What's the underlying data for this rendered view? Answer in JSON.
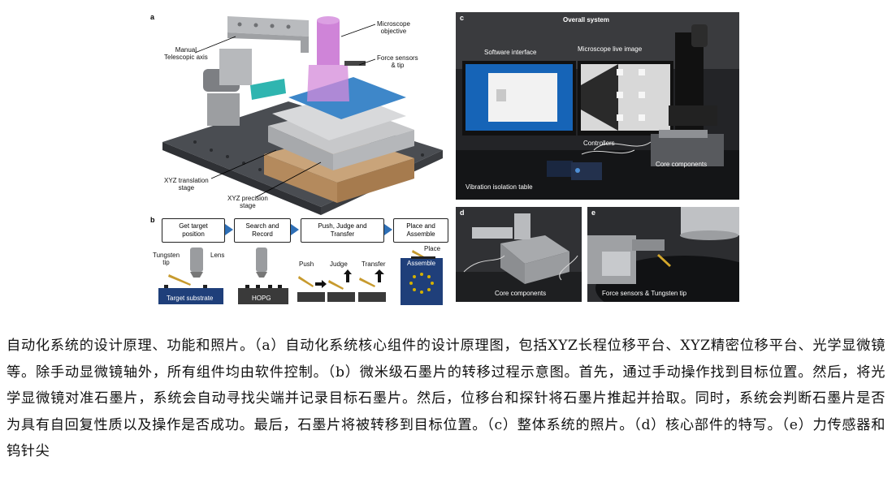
{
  "figure": {
    "panel_a": {
      "letter": "a",
      "labels": {
        "manual_axis": "Manual\nTelescopic axis",
        "microscope": "Microscope\nobjective",
        "force_sensors": "Force sensors\n& tip",
        "xyz_translation": "XYZ translation\nstage",
        "xyz_precision": "XYZ precision\nstage"
      }
    },
    "panel_b": {
      "letter": "b",
      "steps": [
        "Get target\nposition",
        "Search and\nRecord",
        "Push, Judge and\nTransfer",
        "Place and\nAssemble"
      ],
      "labels": {
        "tungsten_tip": "Tungsten\ntip",
        "lens": "Lens",
        "target_substrate": "Target substrate",
        "hopg": "HOPG",
        "push": "Push",
        "judge": "Judge",
        "transfer": "Transfer",
        "place": "Place",
        "assemble": "Assemble"
      }
    },
    "panel_c": {
      "letter": "c",
      "title": "Overall system",
      "labels": {
        "software": "Software interface",
        "live_image": "Microscope live image",
        "controllers": "Controllers",
        "core": "Core components",
        "vibration": "Vibration isolation table"
      }
    },
    "panel_d": {
      "letter": "d",
      "label": "Core components"
    },
    "panel_e": {
      "letter": "e",
      "label": "Force sensors & Tungsten tip"
    }
  },
  "caption": "自动化系统的设计原理、功能和照片。（a）自动化系统核心组件的设计原理图，包括XYZ长程位移平台、XYZ精密位移平台、光学显微镜等。除手动显微镜轴外，所有组件均由软件控制。（b）微米级石墨片的转移过程示意图。首先，通过手动操作找到目标位置。然后，将光学显微镜对准石墨片，系统会自动寻找尖端并记录目标石墨片。然后，位移台和探针将石墨片推起并拾取。同时，系统会判断石墨片是否为具有自回复性质以及操作是否成功。最后，石墨片将被转移到目标位置。（c）整体系统的照片。（d）核心部件的特写。（e）力传感器和钨针尖",
  "colors": {
    "arrow": "#2e6fb6",
    "substrate": "#1f3f7a",
    "hopg": "#3a3a3a",
    "assemble_bg": "#1f3f7a"
  }
}
